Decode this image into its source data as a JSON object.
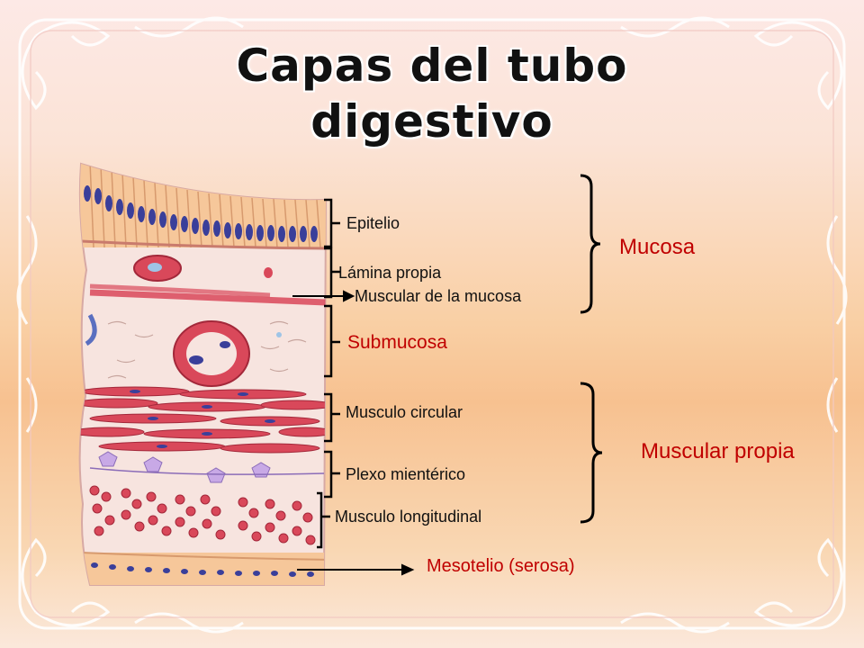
{
  "title": "Capas del tubo digestivo",
  "labels": {
    "epitelio": "Epitelio",
    "lamina_propia": "Lámina propia",
    "muscular_mucosa": "Muscular de la mucosa",
    "submucosa": "Submucosa",
    "musculo_circular": "Musculo circular",
    "plexo": "Plexo mientérico",
    "musculo_longitudinal": "Musculo longitudinal",
    "mesotelio": "Mesotelio (serosa)",
    "mucosa": "Mucosa",
    "muscular_propia": "Muscular propia"
  },
  "colors": {
    "accent_red": "#c00000",
    "tissue_pink": "#f6dcd6",
    "muscle_red": "#d9485a",
    "nucleus_blue": "#3a3f9a"
  }
}
